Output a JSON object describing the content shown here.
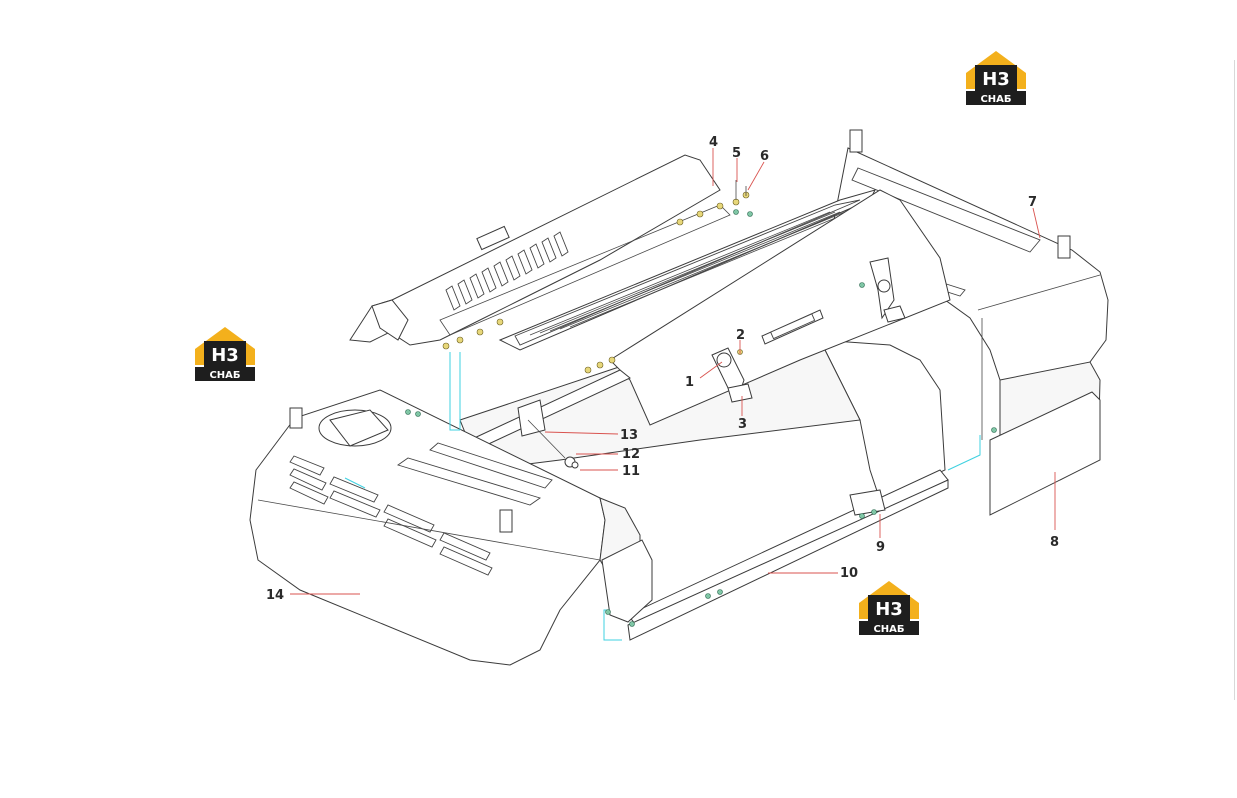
{
  "callouts": [
    "1",
    "2",
    "3",
    "4",
    "5",
    "6",
    "7",
    "8",
    "9",
    "10",
    "11",
    "12",
    "13",
    "14"
  ],
  "watermark": {
    "top": "H3",
    "bottom": "СНАБ",
    "colors": {
      "roof": "#f3b01c",
      "box": "#1e1e1e",
      "text": "#ffffff"
    }
  },
  "colors": {
    "outline": "#3b3b3b",
    "leader": "#d9534f",
    "fastener_line": "#3fd1e0"
  }
}
